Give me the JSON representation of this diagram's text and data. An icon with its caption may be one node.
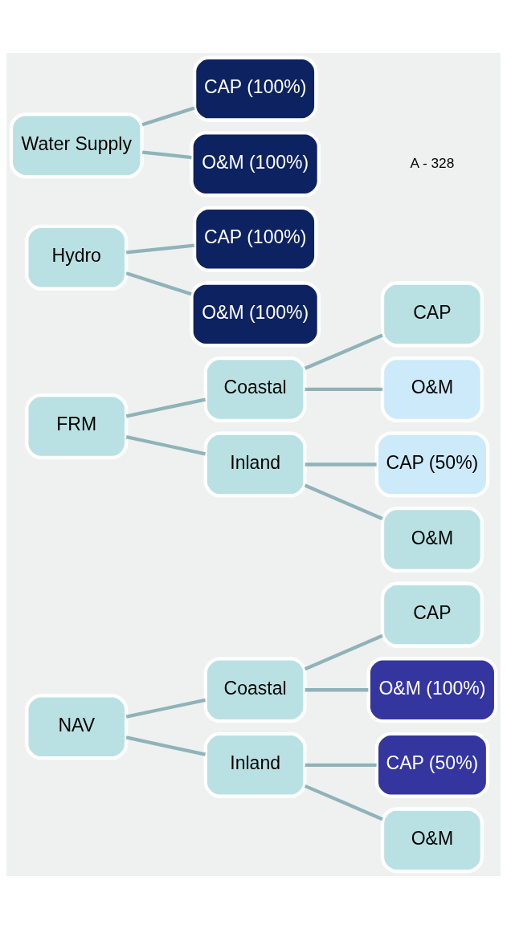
{
  "diagram": {
    "nodes": [
      {
        "text": [
          "NAV"
        ]
      },
      {
        "text": [
          "Coastal"
        ]
      },
      {
        "text": [
          "CAP"
        ]
      },
      {
        "text": [
          "O&M (100%)"
        ]
      },
      {
        "text": [
          "Inland"
        ]
      },
      {
        "text": [
          "CAP (50%)"
        ]
      },
      {
        "text": [
          "O&M"
        ]
      },
      {
        "text": [
          "FRM"
        ]
      },
      {
        "text": [
          "Coastal"
        ]
      },
      {
        "text": [
          "CAP"
        ]
      },
      {
        "text": [
          "O&M"
        ]
      },
      {
        "text": [
          "Inland"
        ]
      },
      {
        "text": [
          "CAP (50%)"
        ]
      },
      {
        "text": [
          "O&M"
        ]
      },
      {
        "text": [
          "Hydro"
        ]
      },
      {
        "text": [
          "CAP (100%)"
        ]
      },
      {
        "text": [
          "O&M (100%)"
        ]
      },
      {
        "text": [
          "Water Supply"
        ]
      },
      {
        "text": [
          "CAP (100%)"
        ]
      },
      {
        "text": [
          "O&M (100%)"
        ]
      }
    ],
    "edges": [
      {
        "from": 0,
        "to": 1,
        "arrow": "none"
      },
      {
        "from": 1,
        "to": 2,
        "arrow": "none"
      },
      {
        "from": 1,
        "to": 3,
        "arrow": "none"
      },
      {
        "from": 0,
        "to": 4,
        "arrow": "none"
      },
      {
        "from": 4,
        "to": 5,
        "arrow": "none"
      },
      {
        "from": 4,
        "to": 6,
        "arrow": "none"
      },
      {
        "from": 7,
        "to": 8,
        "arrow": "none"
      },
      {
        "from": 8,
        "to": 9,
        "arrow": "none"
      },
      {
        "from": 8,
        "to": 10,
        "arrow": "none"
      },
      {
        "from": 7,
        "to": 11,
        "arrow": "none"
      },
      {
        "from": 11,
        "to": 12,
        "arrow": "none"
      },
      {
        "from": 11,
        "to": 13,
        "arrow": "none"
      },
      {
        "from": 14,
        "to": 15,
        "arrow": "none"
      },
      {
        "from": 14,
        "to": 16,
        "arrow": "none"
      },
      {
        "from": 17,
        "to": 18,
        "arrow": "none"
      },
      {
        "from": 17,
        "to": 19,
        "arrow": "none"
      }
    ],
    "labels": [
      "A - 328"
    ]
  }
}
